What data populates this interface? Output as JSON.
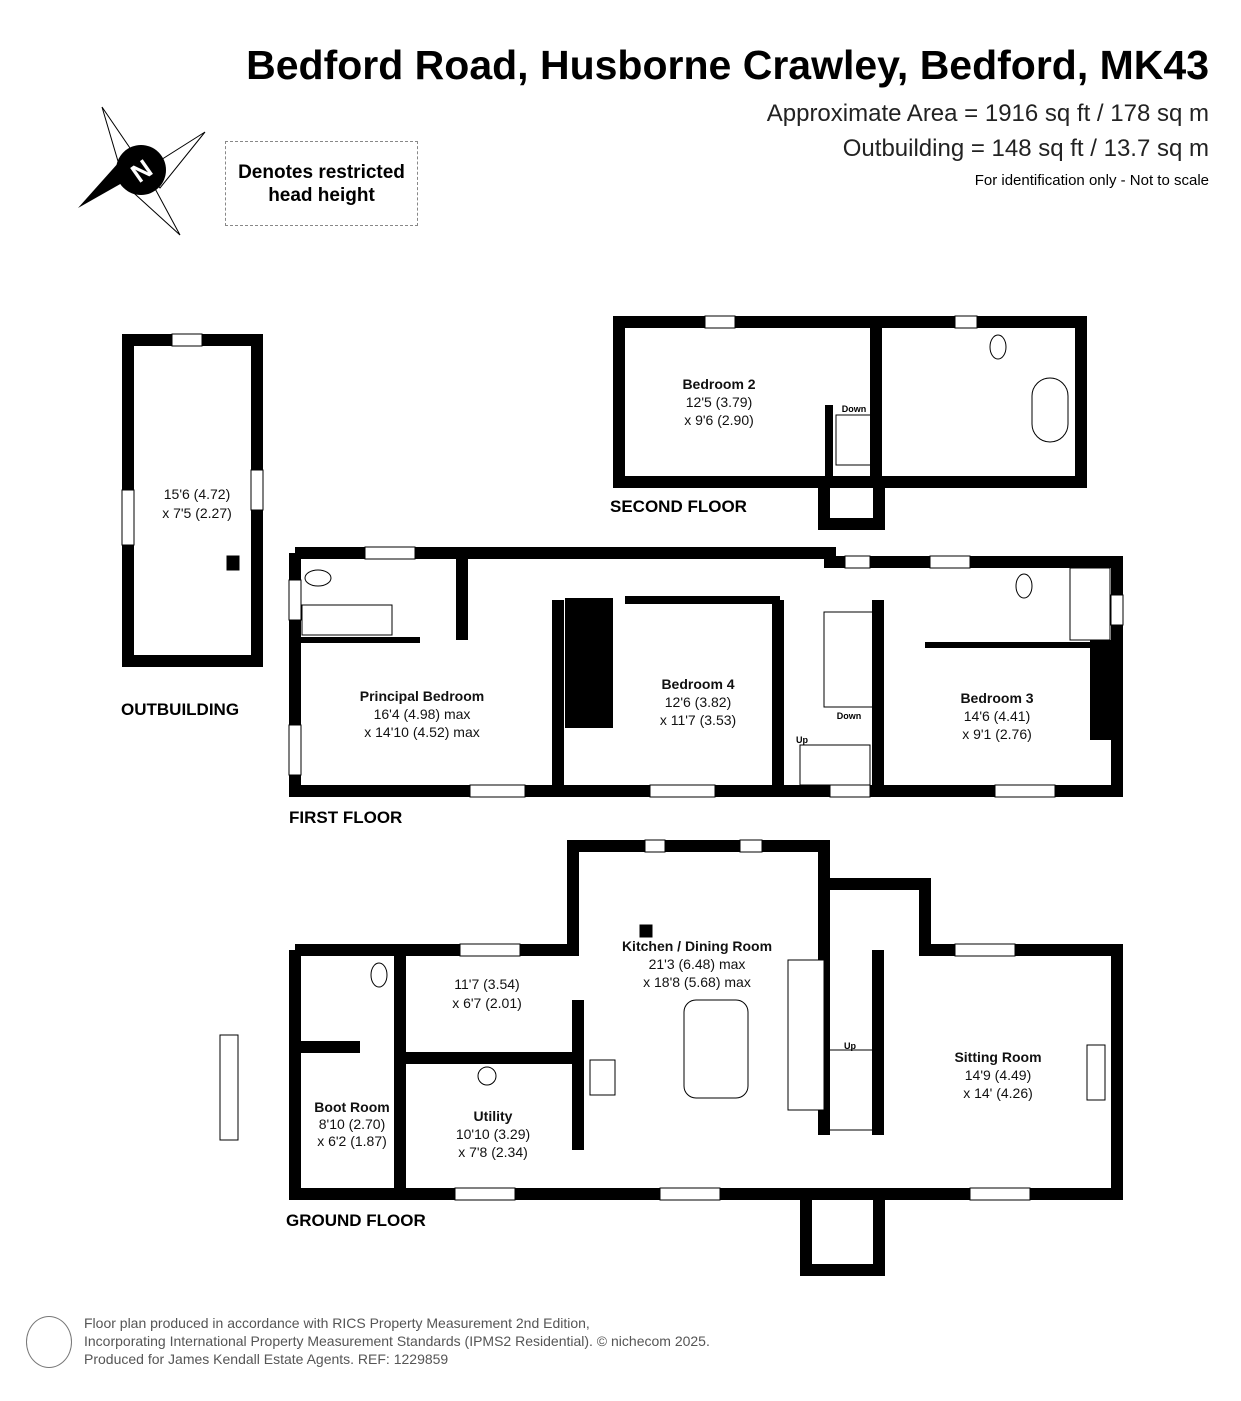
{
  "header": {
    "title": "Bedford Road, Husborne Crawley, Bedford, MK43",
    "area": "Approximate Area = 1916 sq ft / 178 sq m",
    "outbuilding_area": "Outbuilding = 148 sq ft / 13.7 sq m",
    "disclaimer": "For identification only - Not to scale"
  },
  "legend": {
    "restricted_line1": "Denotes restricted",
    "restricted_line2": "head height"
  },
  "compass": {
    "letter": "N"
  },
  "floors": {
    "outbuilding": "OUTBUILDING",
    "second": "SECOND FLOOR",
    "first": "FIRST FLOOR",
    "ground": "GROUND FLOOR"
  },
  "rooms": {
    "outbuilding": {
      "d1": "15'6 (4.72)",
      "d2": "x 7'5 (2.27)"
    },
    "bedroom2": {
      "name": "Bedroom 2",
      "d1": "12'5 (3.79)",
      "d2": "x 9'6 (2.90)"
    },
    "principal": {
      "name": "Principal Bedroom",
      "d1": "16'4 (4.98) max",
      "d2": "x 14'10 (4.52) max"
    },
    "bedroom4": {
      "name": "Bedroom 4",
      "d1": "12'6 (3.82)",
      "d2": "x 11'7 (3.53)"
    },
    "bedroom3": {
      "name": "Bedroom 3",
      "d1": "14'6 (4.41)",
      "d2": "x 9'1 (2.76)"
    },
    "kitchen": {
      "name": "Kitchen / Dining Room",
      "d1": "21'3 (6.48) max",
      "d2": "x 18'8 (5.68) max"
    },
    "store": {
      "d1": "11'7 (3.54)",
      "d2": "x 6'7 (2.01)"
    },
    "bootroom": {
      "name": "Boot Room",
      "d1": "8'10 (2.70)",
      "d2": "x 6'2 (1.87)"
    },
    "utility": {
      "name": "Utility",
      "d1": "10'10 (3.29)",
      "d2": "x 7'8 (2.34)"
    },
    "sitting": {
      "name": "Sitting Room",
      "d1": "14'9 (4.49)",
      "d2": "x 14' (4.26)"
    }
  },
  "stairs": {
    "down": "Down",
    "up": "Up"
  },
  "footer": {
    "line1": "Floor plan produced in accordance with RICS Property Measurement 2nd Edition,",
    "line2": "Incorporating International Property Measurement Standards (IPMS2 Residential).   © nichecom 2025.",
    "line3": "Produced for James Kendall Estate Agents.   REF:  1229859"
  }
}
